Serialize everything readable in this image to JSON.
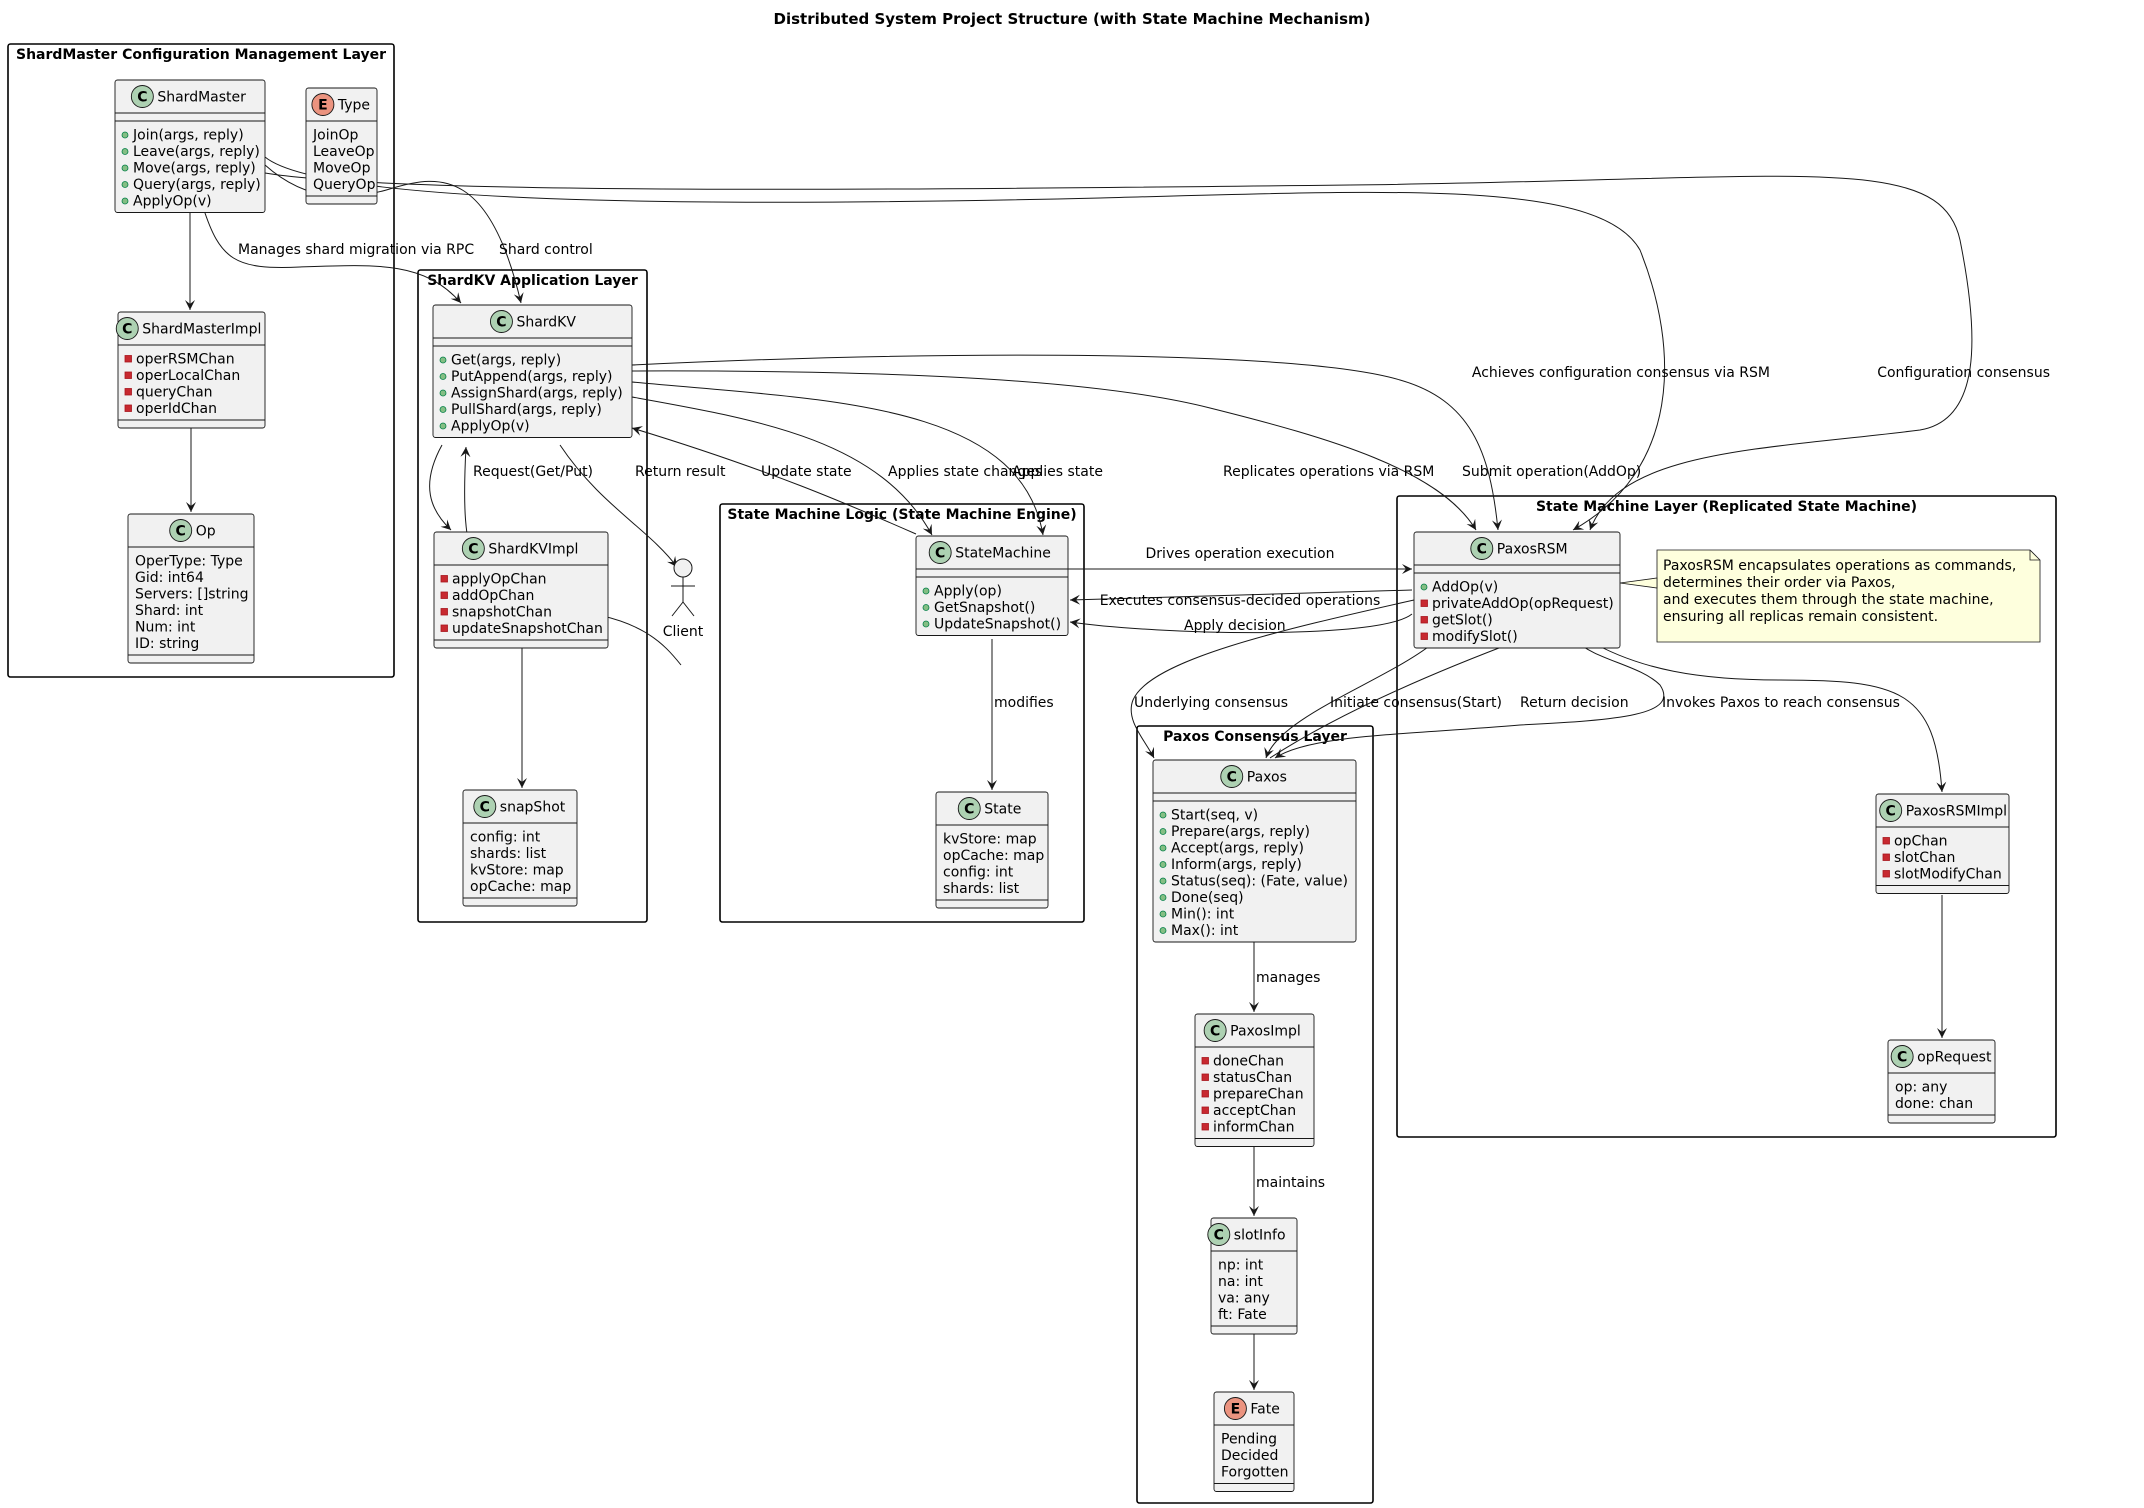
{
  "title": "Distributed System Project Structure (with State Machine Mechanism)",
  "packages": {
    "shardmaster": "ShardMaster Configuration Management Layer",
    "shardkv": "ShardKV Application Layer",
    "smlogic": "State Machine Logic (State Machine Engine)",
    "rsm": "State Machine Layer (Replicated State Machine)",
    "paxos": "Paxos Consensus Layer"
  },
  "classes": {
    "shardmaster": {
      "name": "ShardMaster",
      "kind": "class",
      "fields": [],
      "methods": [
        {
          "vis": "+",
          "text": "Join(args, reply)"
        },
        {
          "vis": "+",
          "text": "Leave(args, reply)"
        },
        {
          "vis": "+",
          "text": "Move(args, reply)"
        },
        {
          "vis": "+",
          "text": "Query(args, reply)"
        },
        {
          "vis": "+",
          "text": "ApplyOp(v)"
        }
      ]
    },
    "type": {
      "name": "Type",
      "kind": "enum",
      "fields": [
        {
          "vis": "",
          "text": "JoinOp"
        },
        {
          "vis": "",
          "text": "LeaveOp"
        },
        {
          "vis": "",
          "text": "MoveOp"
        },
        {
          "vis": "",
          "text": "QueryOp"
        }
      ],
      "methods": []
    },
    "shardmasterimpl": {
      "name": "ShardMasterImpl",
      "kind": "class",
      "fields": [
        {
          "vis": "-",
          "text": "operRSMChan"
        },
        {
          "vis": "-",
          "text": "operLocalChan"
        },
        {
          "vis": "-",
          "text": "queryChan"
        },
        {
          "vis": "-",
          "text": "operIdChan"
        }
      ],
      "methods": []
    },
    "op": {
      "name": "Op",
      "kind": "class",
      "fields": [
        {
          "vis": "",
          "text": "OperType: Type"
        },
        {
          "vis": "",
          "text": "Gid: int64"
        },
        {
          "vis": "",
          "text": "Servers: []string"
        },
        {
          "vis": "",
          "text": "Shard: int"
        },
        {
          "vis": "",
          "text": "Num: int"
        },
        {
          "vis": "",
          "text": "ID: string"
        }
      ],
      "methods": []
    },
    "shardkv": {
      "name": "ShardKV",
      "kind": "class",
      "fields": [],
      "methods": [
        {
          "vis": "+",
          "text": "Get(args, reply)"
        },
        {
          "vis": "+",
          "text": "PutAppend(args, reply)"
        },
        {
          "vis": "+",
          "text": "AssignShard(args, reply)"
        },
        {
          "vis": "+",
          "text": "PullShard(args, reply)"
        },
        {
          "vis": "+",
          "text": "ApplyOp(v)"
        }
      ]
    },
    "shardkvimpl": {
      "name": "ShardKVImpl",
      "kind": "class",
      "fields": [
        {
          "vis": "-",
          "text": "applyOpChan"
        },
        {
          "vis": "-",
          "text": "addOpChan"
        },
        {
          "vis": "-",
          "text": "snapshotChan"
        },
        {
          "vis": "-",
          "text": "updateSnapshotChan"
        }
      ],
      "methods": []
    },
    "snapshot": {
      "name": "snapShot",
      "kind": "class",
      "fields": [
        {
          "vis": "",
          "text": "config: int"
        },
        {
          "vis": "",
          "text": "shards: list"
        },
        {
          "vis": "",
          "text": "kvStore: map"
        },
        {
          "vis": "",
          "text": "opCache: map"
        }
      ],
      "methods": []
    },
    "statemachine": {
      "name": "StateMachine",
      "kind": "class",
      "fields": [],
      "methods": [
        {
          "vis": "+",
          "text": "Apply(op)"
        },
        {
          "vis": "+",
          "text": "GetSnapshot()"
        },
        {
          "vis": "+",
          "text": "UpdateSnapshot()"
        }
      ]
    },
    "state": {
      "name": "State",
      "kind": "class",
      "fields": [
        {
          "vis": "",
          "text": "kvStore: map"
        },
        {
          "vis": "",
          "text": "opCache: map"
        },
        {
          "vis": "",
          "text": "config: int"
        },
        {
          "vis": "",
          "text": "shards: list"
        }
      ],
      "methods": []
    },
    "paxosrsm": {
      "name": "PaxosRSM",
      "kind": "class",
      "fields": [],
      "methods": [
        {
          "vis": "+",
          "text": "AddOp(v)"
        },
        {
          "vis": "-",
          "text": "privateAddOp(opRequest)"
        },
        {
          "vis": "-",
          "text": "getSlot()"
        },
        {
          "vis": "-",
          "text": "modifySlot()"
        }
      ]
    },
    "paxosrsmimpl": {
      "name": "PaxosRSMImpl",
      "kind": "class",
      "fields": [
        {
          "vis": "-",
          "text": "opChan"
        },
        {
          "vis": "-",
          "text": "slotChan"
        },
        {
          "vis": "-",
          "text": "slotModifyChan"
        }
      ],
      "methods": []
    },
    "oprequest": {
      "name": "opRequest",
      "kind": "class",
      "fields": [
        {
          "vis": "",
          "text": "op: any"
        },
        {
          "vis": "",
          "text": "done: chan"
        }
      ],
      "methods": []
    },
    "paxos": {
      "name": "Paxos",
      "kind": "class",
      "fields": [],
      "methods": [
        {
          "vis": "+",
          "text": "Start(seq, v)"
        },
        {
          "vis": "+",
          "text": "Prepare(args, reply)"
        },
        {
          "vis": "+",
          "text": "Accept(args, reply)"
        },
        {
          "vis": "+",
          "text": "Inform(args, reply)"
        },
        {
          "vis": "+",
          "text": "Status(seq): (Fate, value)"
        },
        {
          "vis": "+",
          "text": "Done(seq)"
        },
        {
          "vis": "+",
          "text": "Min(): int"
        },
        {
          "vis": "+",
          "text": "Max(): int"
        }
      ]
    },
    "paxosimpl": {
      "name": "PaxosImpl",
      "kind": "class",
      "fields": [
        {
          "vis": "-",
          "text": "doneChan"
        },
        {
          "vis": "-",
          "text": "statusChan"
        },
        {
          "vis": "-",
          "text": "prepareChan"
        },
        {
          "vis": "-",
          "text": "acceptChan"
        },
        {
          "vis": "-",
          "text": "informChan"
        }
      ],
      "methods": []
    },
    "slotinfo": {
      "name": "slotInfo",
      "kind": "class",
      "fields": [
        {
          "vis": "",
          "text": "np: int"
        },
        {
          "vis": "",
          "text": "na: int"
        },
        {
          "vis": "",
          "text": "va: any"
        },
        {
          "vis": "",
          "text": "ft: Fate"
        }
      ],
      "methods": []
    },
    "fate": {
      "name": "Fate",
      "kind": "enum",
      "fields": [
        {
          "vis": "",
          "text": "Pending"
        },
        {
          "vis": "",
          "text": "Decided"
        },
        {
          "vis": "",
          "text": "Forgotten"
        }
      ],
      "methods": []
    }
  },
  "actor": {
    "name": "Client"
  },
  "note": {
    "lines": [
      "PaxosRSM encapsulates operations as commands,",
      "determines their order via Paxos,",
      "and executes them through the state machine,",
      "ensuring all replicas remain consistent."
    ]
  },
  "edges": [
    {
      "id": "sm-smimpl",
      "label": ""
    },
    {
      "id": "smimpl-op",
      "label": ""
    },
    {
      "id": "sm-shardkv-migration",
      "label": "Manages shard migration via RPC"
    },
    {
      "id": "sm-shardkv-control",
      "label": "Shard control"
    },
    {
      "id": "sm-rsm-achieves",
      "label": "Achieves configuration consensus via RSM"
    },
    {
      "id": "sm-rsm-config",
      "label": "Configuration consensus"
    },
    {
      "id": "kv-kvimpl",
      "label": ""
    },
    {
      "id": "kvimpl-snapshot",
      "label": ""
    },
    {
      "id": "client-kv-request",
      "label": "Request(Get/Put)"
    },
    {
      "id": "kv-client-return",
      "label": "Return result"
    },
    {
      "id": "stm-kv-update",
      "label": "Update state"
    },
    {
      "id": "kv-stm-applies-changes",
      "label": "Applies state changes"
    },
    {
      "id": "kv-stm-applies",
      "label": "Applies state"
    },
    {
      "id": "kv-rsm-replicates",
      "label": "Replicates operations via RSM"
    },
    {
      "id": "kv-rsm-submit",
      "label": "Submit operation(AddOp)"
    },
    {
      "id": "stm-rsm-drives",
      "label": "Drives operation execution"
    },
    {
      "id": "rsm-stm-executes",
      "label": "Executes consensus-decided operations"
    },
    {
      "id": "rsm-stm-apply",
      "label": "Apply decision"
    },
    {
      "id": "stm-state",
      "label": "modifies"
    },
    {
      "id": "rsm-paxos-underlying",
      "label": "Underlying consensus"
    },
    {
      "id": "rsm-paxos-initiate",
      "label": "Initiate consensus(Start)"
    },
    {
      "id": "paxos-rsm-return",
      "label": "Return decision"
    },
    {
      "id": "rsm-paxos-invokes",
      "label": "Invokes Paxos to reach consensus"
    },
    {
      "id": "rsm-rsmimpl",
      "label": ""
    },
    {
      "id": "rsmimpl-oprequest",
      "label": ""
    },
    {
      "id": "paxos-paxosimpl",
      "label": "manages"
    },
    {
      "id": "paxosimpl-slotinfo",
      "label": "maintains"
    },
    {
      "id": "slotinfo-fate",
      "label": ""
    }
  ],
  "colors": {
    "class_fill": "#f1f1f1",
    "class_border": "#181818",
    "class_circle": "#add1b2",
    "enum_circle": "#eb937f",
    "private_marker": "#c82930",
    "public_marker": "#84be84",
    "note_fill": "#feffdd",
    "note_border": "#181818",
    "line": "#181818"
  }
}
